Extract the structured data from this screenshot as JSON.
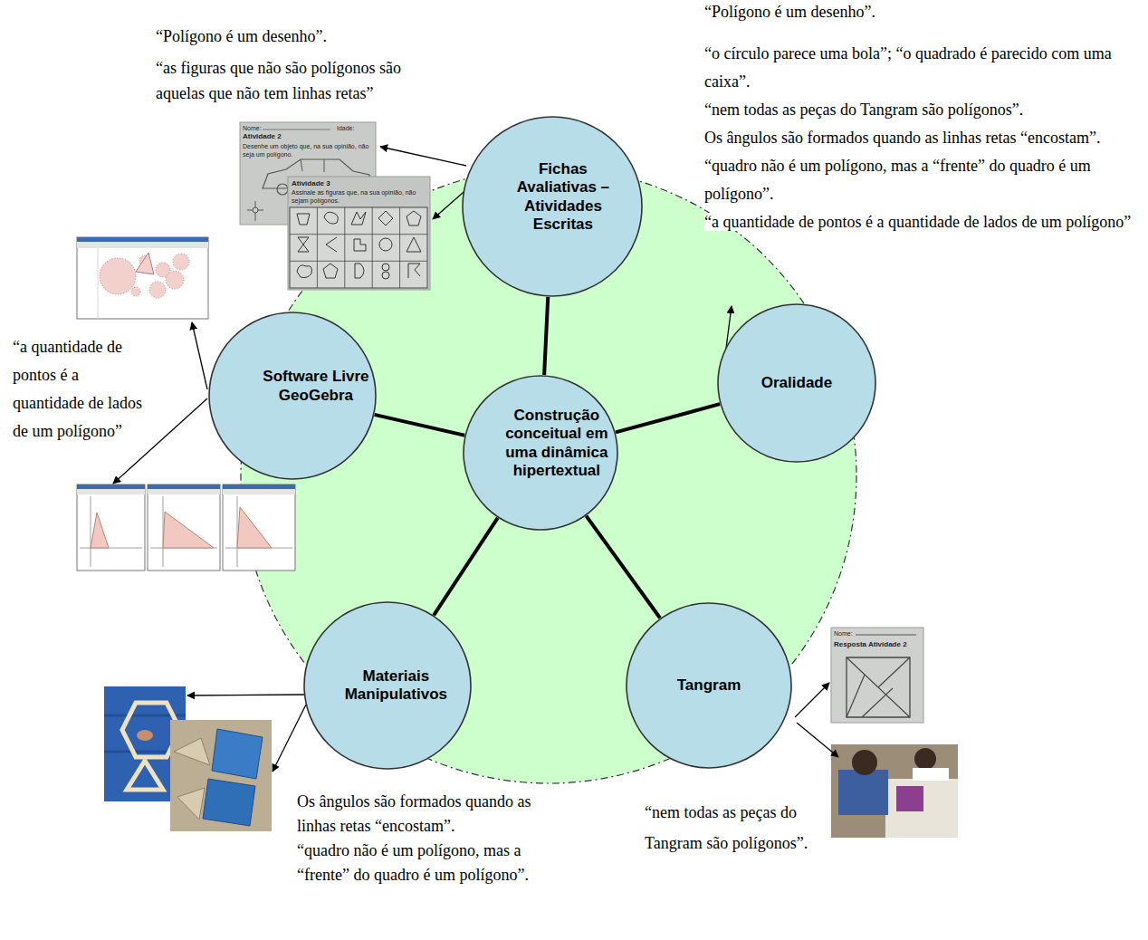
{
  "diagram": {
    "nodes": [
      {
        "text": [
          "Fichas Avaliativas – Atividades Escritas"
        ]
      },
      {
        "text": [
          "Software Livre GeoGebra"
        ]
      },
      {
        "text": [
          "Construção conceitual em uma dinâmica hipertextual"
        ]
      },
      {
        "text": [
          "Oralidade"
        ]
      },
      {
        "text": [
          "Materiais Manipulativos"
        ]
      },
      {
        "text": [
          "Tangram"
        ]
      }
    ],
    "edges": [
      {
        "from": 2,
        "to": 0,
        "arrow": "none"
      },
      {
        "from": 2,
        "to": 1,
        "arrow": "none"
      },
      {
        "from": 2,
        "to": 3,
        "arrow": "none"
      },
      {
        "from": 2,
        "to": 4,
        "arrow": "none"
      },
      {
        "from": 2,
        "to": 5,
        "arrow": "none"
      }
    ],
    "labels": [
      "“Polígono é um desenho”.",
      "“as figuras que não são polígonos são aquelas que não tem linhas retas”",
      "“Polígono é um desenho”.",
      "“o círculo parece uma bola”; “o quadrado é parecido com uma caixa”.",
      "“nem todas as peças do Tangram são polígonos”.",
      "Os ângulos são formados quando as linhas retas “encostam”.",
      "“quadro não é um polígono, mas a “frente” do quadro é um polígono”.",
      "“a quantidade de pontos é a quantidade de lados de um polígono”",
      "“a quantidade de pontos é a quantidade de lados de um polígono”",
      "Os ângulos são formados quando as linhas retas “encostam”.",
      "“quadro não é um polígono, mas a “frente” do quadro é um polígono”.",
      "“nem todas as peças do Tangram são polígonos”.",
      "Nome:",
      "Idade:",
      "Atividade 2",
      "Desenhe um objeto que, na sua opinião, não seja um polígono.",
      "Atividade 3",
      "Assinale as figuras que, na sua opinião, não sejam polígonos.",
      "Nome:",
      "Resposta Atividade 2"
    ]
  }
}
